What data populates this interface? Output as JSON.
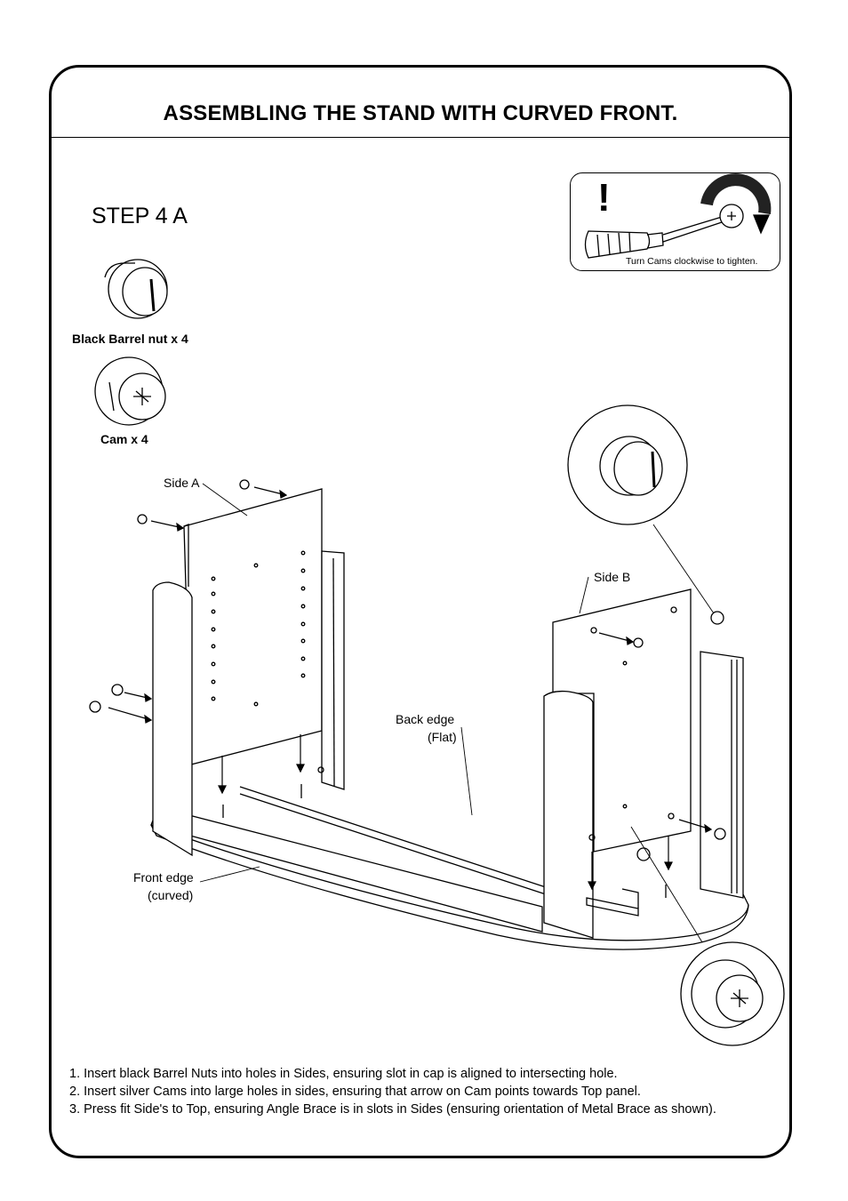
{
  "page": {
    "title": "ASSEMBLING THE STAND WITH CURVED FRONT.",
    "step": "STEP 4 A"
  },
  "tip": {
    "exclamation": "!",
    "text": "Turn Cams clockwise to tighten."
  },
  "parts": {
    "barrel_nut": "Black Barrel nut x  4",
    "cam": "Cam x  4"
  },
  "diagram_labels": {
    "side_a": "Side A",
    "side_b": "Side B",
    "back_edge_1": "Back edge",
    "back_edge_2": "(Flat)",
    "front_edge_1": "Front edge",
    "front_edge_2": "(curved)"
  },
  "instructions": [
    "1. Insert black Barrel Nuts into holes in Sides, ensuring slot in cap is aligned to intersecting hole.",
    "2. Insert silver Cams into large holes in sides, ensuring that arrow on Cam points towards Top panel.",
    "3. Press fit Side's to Top, ensuring Angle Brace is in slots in Sides (ensuring orientation of Metal Brace as shown)."
  ]
}
